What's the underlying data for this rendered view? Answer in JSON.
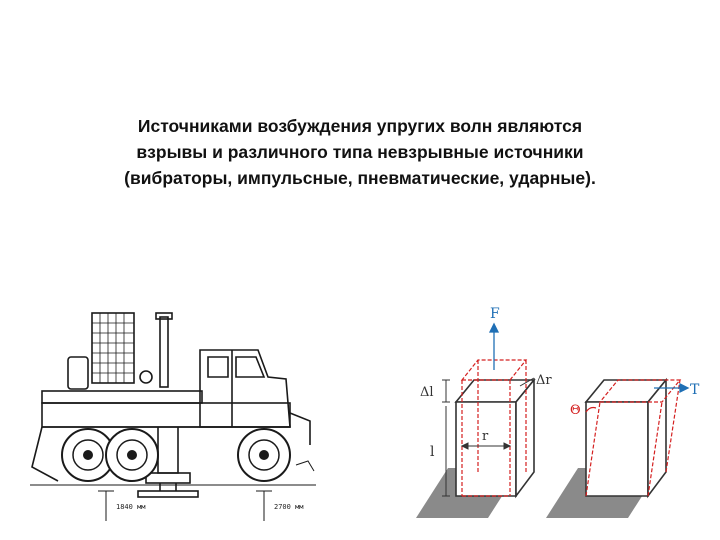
{
  "slide": {
    "lines": [
      "Источниками возбуждения упругих волн являются",
      "взрывы и различного типа невзрывные источники",
      "(вибраторы, импульсные, пневматические, ударные)."
    ]
  },
  "deformation": {
    "labels": {
      "force": "F",
      "delta_l": "Δl",
      "delta_r": "Δr",
      "length": "l",
      "radius": "r",
      "torque": "T",
      "angle": "Θ"
    },
    "colors": {
      "outline": "#333333",
      "deformed": "#d42020",
      "arrow": "#1f6fb5",
      "ground": "#8a8a8a"
    }
  },
  "truck": {
    "labels": {
      "left_dim": "1840 мм",
      "right_dim": "2700 мм"
    }
  }
}
